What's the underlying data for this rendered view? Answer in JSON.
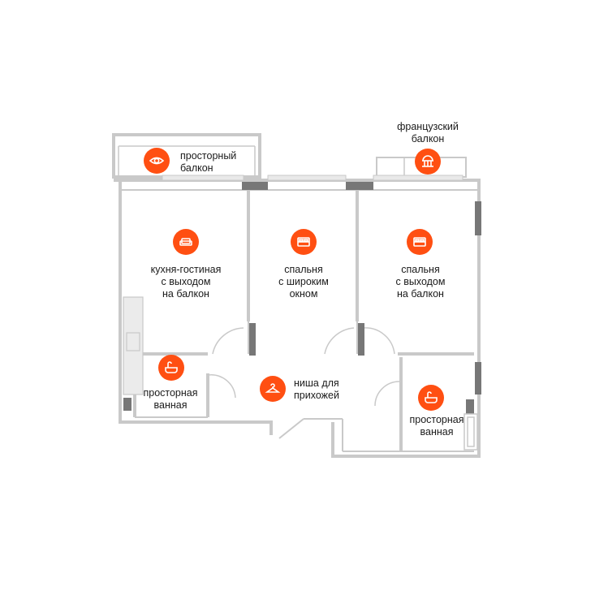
{
  "colors": {
    "accent": "#ff4f12",
    "wall": "#c9c9c9",
    "wall_dark": "#777777",
    "text": "#1a1a1a"
  },
  "rooms": {
    "balcony_left": {
      "icon": "eye-icon",
      "lines": [
        "просторный",
        "балкон"
      ]
    },
    "french_balcony": {
      "icon": "balcony-railing-icon",
      "lines": [
        "французский",
        "балкон"
      ]
    },
    "kitchen": {
      "icon": "sofa-icon",
      "lines": [
        "кухня-гостиная",
        "с выходом",
        "на балкон"
      ]
    },
    "bedroom_mid": {
      "icon": "bed-icon",
      "lines": [
        "спальня",
        "с широким",
        "окном"
      ]
    },
    "bedroom_right": {
      "icon": "bed-icon",
      "lines": [
        "спальня",
        "с выходом",
        "на балкон"
      ]
    },
    "bath_left": {
      "icon": "bathtub-icon",
      "lines": [
        "просторная",
        "ванная"
      ]
    },
    "hall": {
      "icon": "hanger-icon",
      "lines": [
        "ниша для",
        "прихожей"
      ]
    },
    "bath_right": {
      "icon": "bathtub-icon",
      "lines": [
        "просторная",
        "ванная"
      ]
    }
  }
}
